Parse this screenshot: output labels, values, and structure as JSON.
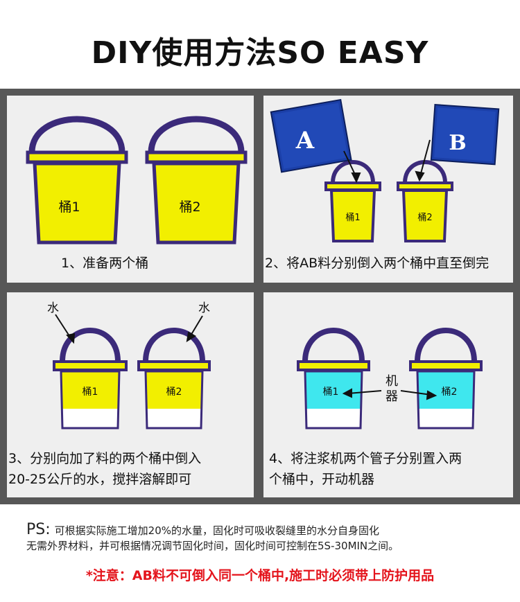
{
  "title": "DIY使用方法SO  EASY",
  "steps": [
    {
      "caption": "1、准备两个桶",
      "bucket_labels": [
        "桶1",
        "桶2"
      ]
    },
    {
      "caption": "2、将AB料分别倒入两个桶中直至倒完",
      "bucket_labels": [
        "桶1",
        "桶2"
      ],
      "pack_labels": [
        "A",
        "B"
      ]
    },
    {
      "caption_line1": "3、分别向加了料的两个桶中倒入",
      "caption_line2": "20-25公斤的水，搅拌溶解即可",
      "bucket_labels": [
        "桶1",
        "桶2"
      ],
      "pointer_labels": [
        "水",
        "水"
      ]
    },
    {
      "caption_line1": "4、将注浆机两个管子分别置入两",
      "caption_line2": "个桶中，开动机器",
      "bucket_labels": [
        "桶1",
        "桶2"
      ],
      "machine_label_1": "机",
      "machine_label_2": "器"
    }
  ],
  "ps": {
    "label": "PS:",
    "line1": "可根据实际施工增加20%的水量，固化时可吸收裂缝里的水分自身固化",
    "line2": "无需外界材料，并可根据情况调节固化时间，固化时间可控制在5S-30MIN之间。"
  },
  "warning": "*注意：AB料不可倒入同一个桶中,施工时必须带上防护用品",
  "colors": {
    "yellow": "#f2ef00",
    "purple": "#3b2a7a",
    "cyan": "#3fe7ee",
    "frame": "#575757",
    "panel": "#efefef",
    "warning": "#e4141c",
    "pack": "#1b3fa8"
  }
}
